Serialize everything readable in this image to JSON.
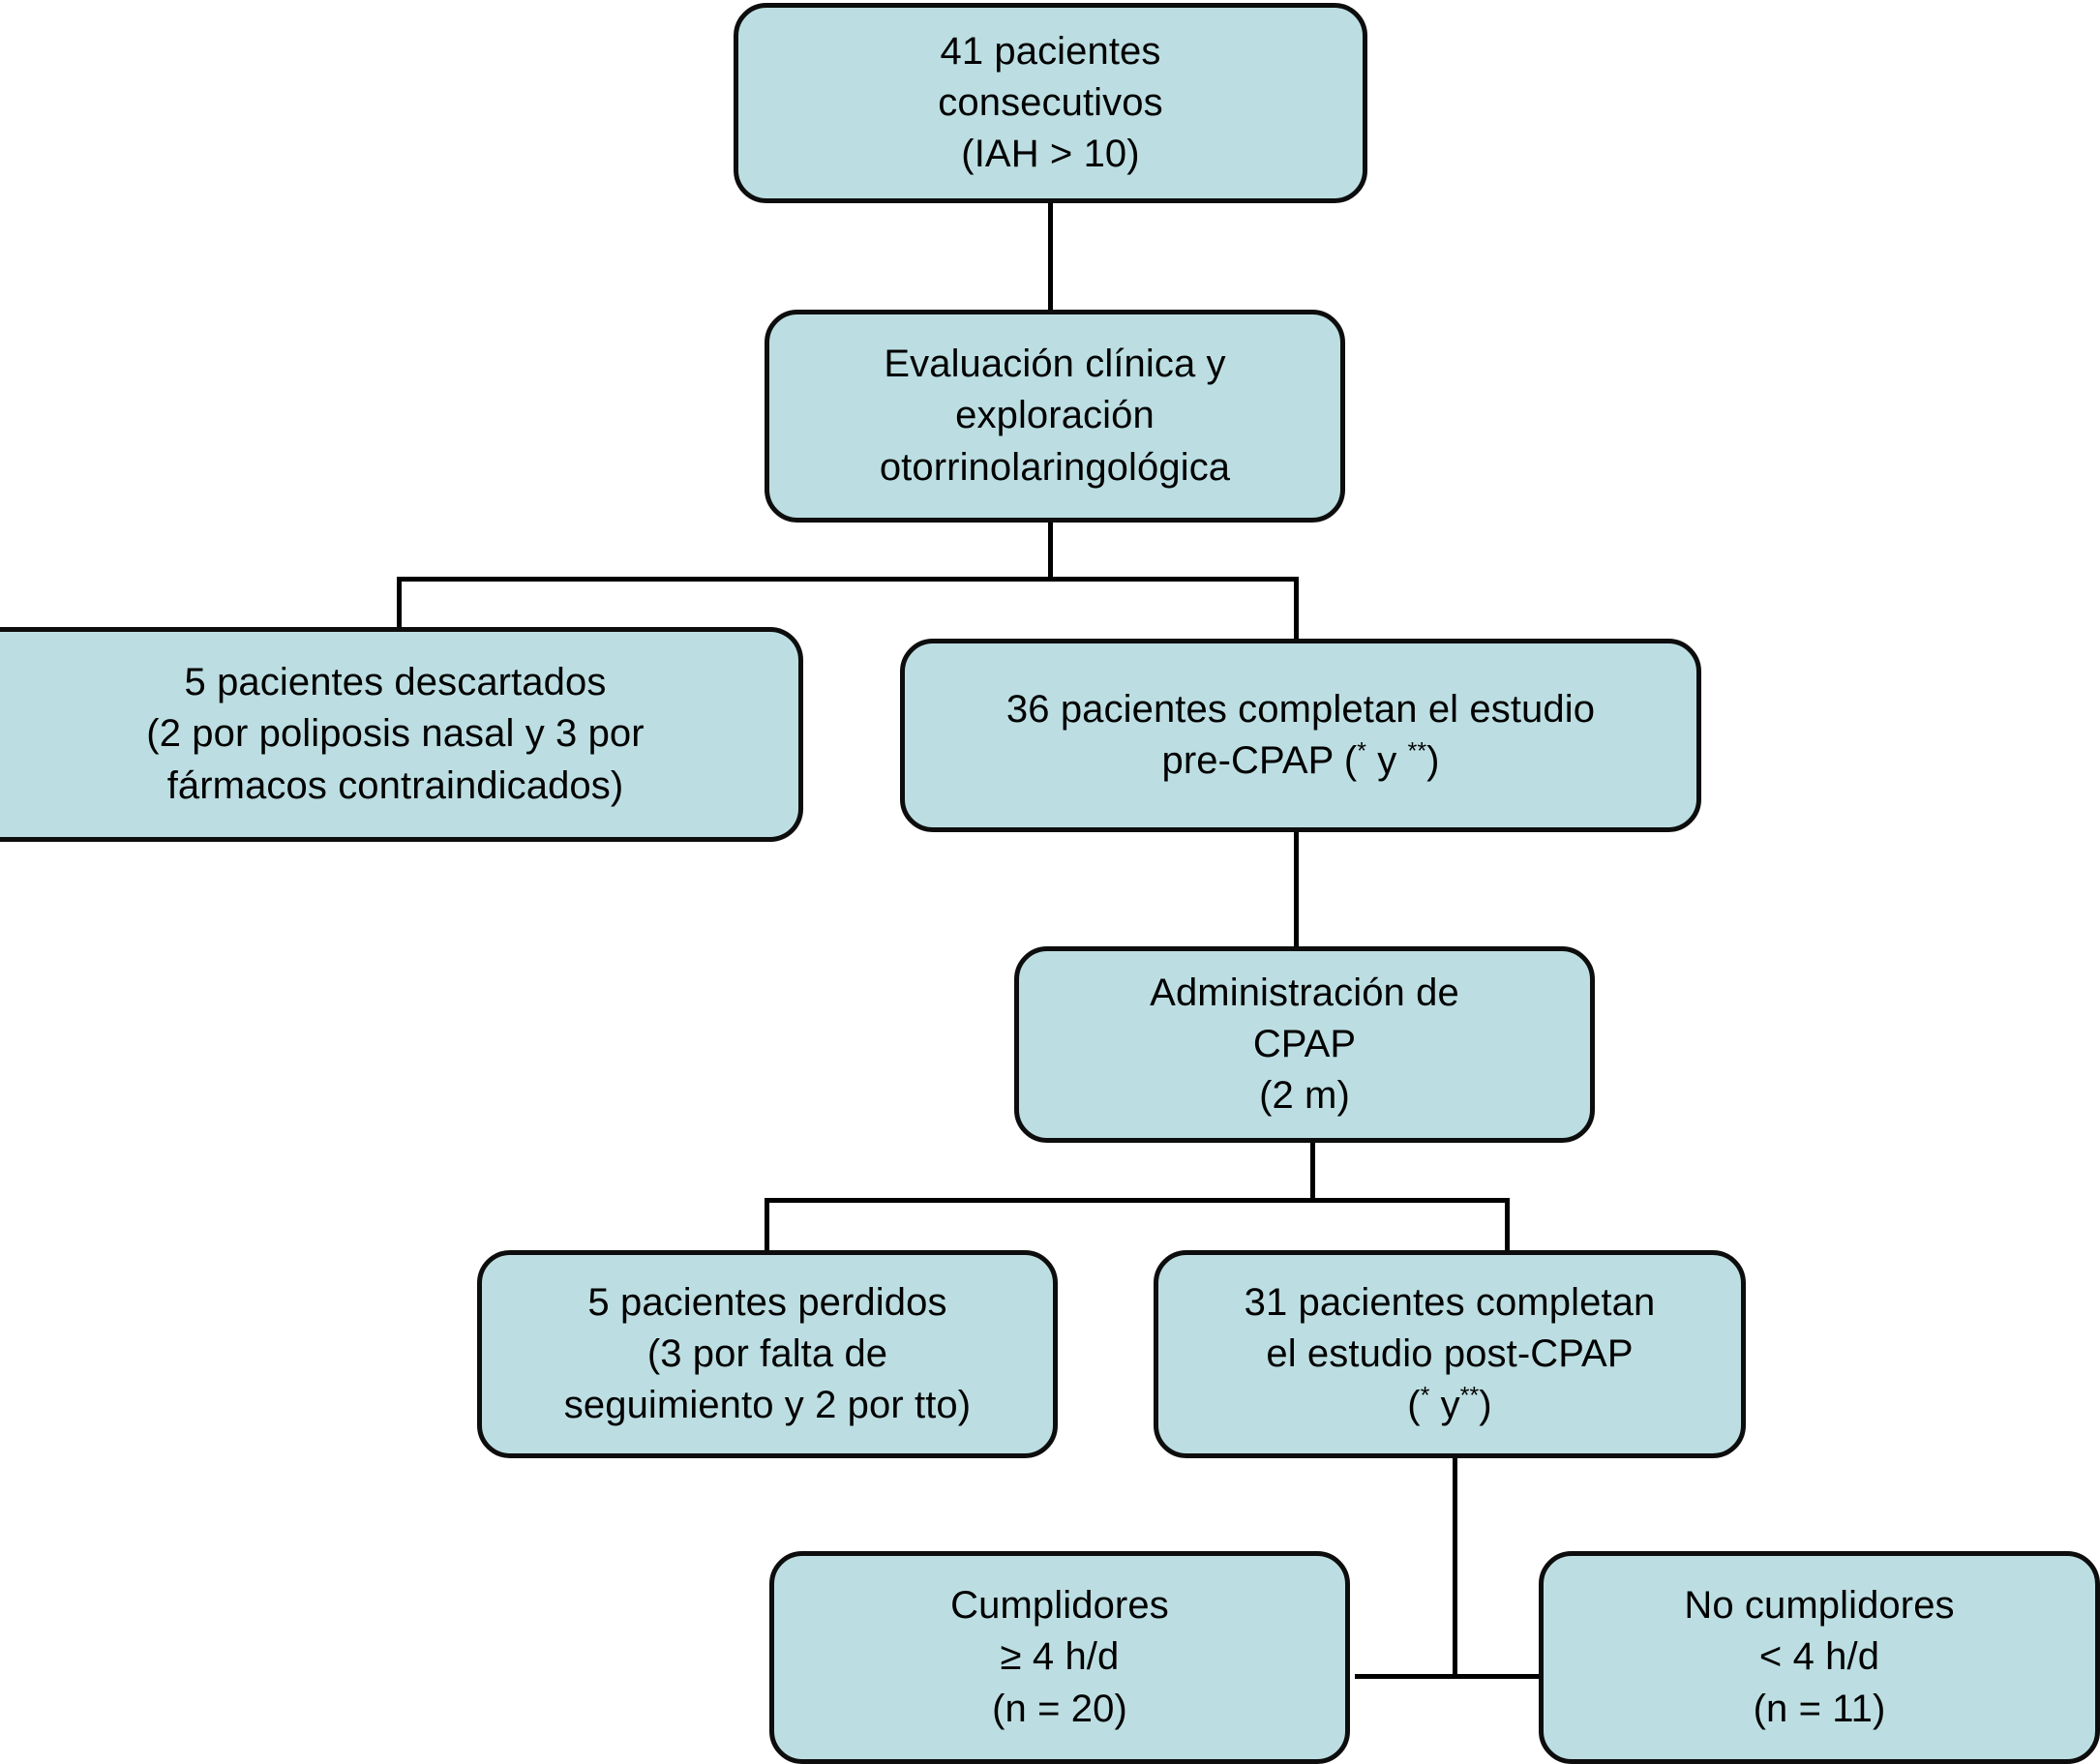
{
  "figure": {
    "kind": "flowchart",
    "language": "es",
    "palette": {
      "box_fill": "#bcdee2",
      "box_border": "#0d0d0d",
      "text": "#000000",
      "background": "#ffffff",
      "connector": "#000000"
    }
  },
  "nodes": {
    "enrollment": {
      "id": "enrollment",
      "lines": [
        "41 pacientes",
        "consecutivos",
        "(IAH > 10)"
      ],
      "text": "41 pacientes\nconsecutivos\n(IAH > 10)",
      "count": 41,
      "criterion": "IAH > 10"
    },
    "assessment": {
      "id": "assessment",
      "lines": [
        "Evaluación clínica y",
        "exploración",
        "otorrinolaringológica"
      ],
      "text": "Evaluación clínica y\nexploración\notorrinolaringológica"
    },
    "excluded": {
      "id": "excluded",
      "lines": [
        "5 pacientes descartados",
        "(2 por poliposis nasal y 3 por",
        "fármacos contraindicados)"
      ],
      "text": "5 pacientes descartados\n(2 por poliposis nasal y 3 por\nfármacos contraindicados)",
      "count": 5
    },
    "pre_cpap": {
      "id": "pre_cpap",
      "line1": "36 pacientes completan el estudio",
      "line2_prefix": "pre-CPAP (",
      "line2_mark1": "*",
      "line2_middle": " y ",
      "line2_mark2": "**",
      "line2_suffix": ")",
      "text": "36 pacientes completan el estudio pre-CPAP (* y **)",
      "count": 36
    },
    "cpap_admin": {
      "id": "cpap_admin",
      "lines": [
        "Administración de",
        "CPAP",
        "(2 m)"
      ],
      "text": "Administración de\nCPAP\n(2 m)",
      "duration": "2 m"
    },
    "lost": {
      "id": "lost",
      "lines": [
        "5 pacientes perdidos",
        "(3 por falta de",
        "seguimiento y 2 por tto)"
      ],
      "text": "5 pacientes perdidos\n(3 por falta de\nseguimiento y 2 por tto)",
      "count": 5
    },
    "post_cpap": {
      "id": "post_cpap",
      "line1": "31 pacientes completan",
      "line2": "el estudio post-CPAP",
      "line3_prefix": "(",
      "line3_mark1": "*",
      "line3_middle": " y",
      "line3_mark2": "**",
      "line3_suffix": ")",
      "text": "31 pacientes completan el estudio post-CPAP (* y**)",
      "count": 31
    },
    "compliant": {
      "id": "compliant",
      "lines": [
        "Cumplidores",
        "≥ 4 h/d",
        "(n = 20)"
      ],
      "text": "Cumplidores\n≥ 4 h/d\n(n = 20)",
      "n": 20,
      "threshold": "≥ 4 h/d"
    },
    "noncompliant": {
      "id": "noncompliant",
      "lines": [
        "No cumplidores",
        "< 4 h/d",
        "(n = 11)"
      ],
      "text": "No cumplidores\n< 4 h/d\n(n = 11)",
      "n": 11,
      "threshold": "< 4 h/d"
    }
  },
  "edges": [
    {
      "from": "enrollment",
      "to": "assessment"
    },
    {
      "from": "assessment",
      "to": "excluded"
    },
    {
      "from": "assessment",
      "to": "pre_cpap"
    },
    {
      "from": "pre_cpap",
      "to": "cpap_admin"
    },
    {
      "from": "cpap_admin",
      "to": "lost"
    },
    {
      "from": "cpap_admin",
      "to": "post_cpap"
    },
    {
      "from": "post_cpap",
      "to": "compliant"
    },
    {
      "from": "post_cpap",
      "to": "noncompliant"
    }
  ]
}
